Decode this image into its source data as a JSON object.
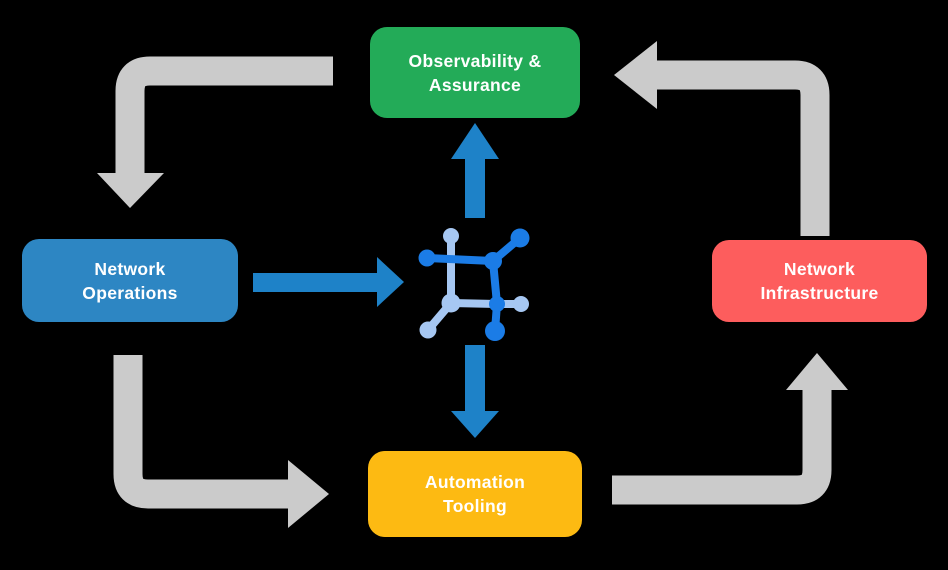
{
  "colors": {
    "background": "#000000",
    "green": "#23ab58",
    "blue": "#2d86c3",
    "red": "#fd5d5d",
    "yellow": "#fdba12",
    "grayArrow": "#cbcbcb",
    "blueArrow": "#1e82c8",
    "iconDark": "#1b7ce6",
    "iconLight": "#a6c7f2",
    "text": "#ffffff"
  },
  "nodes": {
    "observability": {
      "line1": "Observability &",
      "line2": "Assurance"
    },
    "operations": {
      "line1": "Network",
      "line2": "Operations"
    },
    "infrastructure": {
      "line1": "Network",
      "line2": "Infrastructure"
    },
    "automation": {
      "line1": "Automation",
      "line2": "Tooling"
    }
  },
  "center": {
    "icon": "network-mesh-icon"
  },
  "flows": {
    "gray_cycle": [
      {
        "from": "Observability & Assurance",
        "to": "Network Operations"
      },
      {
        "from": "Network Operations",
        "to": "Automation Tooling"
      },
      {
        "from": "Automation Tooling",
        "to": "Network Infrastructure"
      },
      {
        "from": "Network Infrastructure",
        "to": "Observability & Assurance"
      }
    ],
    "blue_arrows": [
      {
        "from": "Network Operations",
        "to": "center"
      },
      {
        "from": "center",
        "to": "Observability & Assurance"
      },
      {
        "from": "center",
        "to": "Automation Tooling"
      }
    ]
  }
}
